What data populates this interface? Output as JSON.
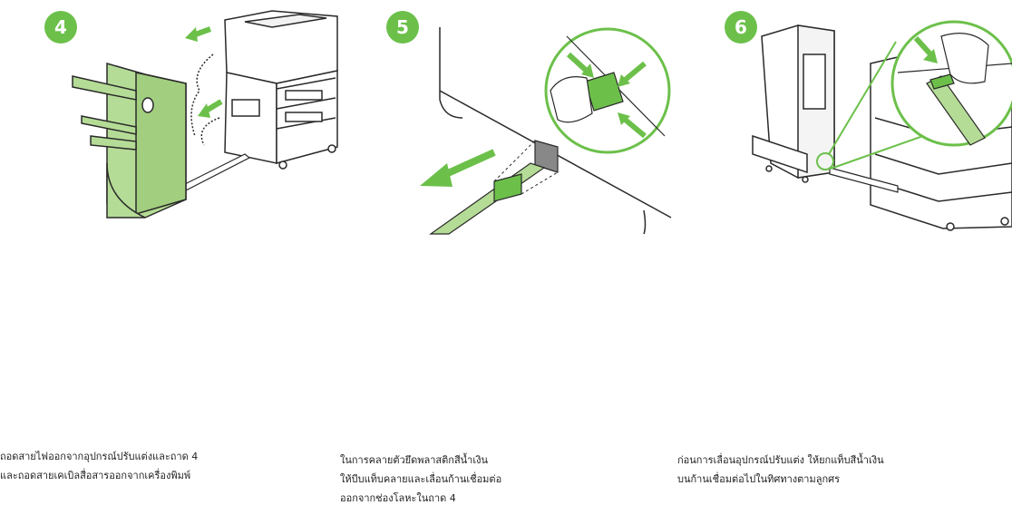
{
  "steps": [
    {
      "number": "4",
      "lines": [
        "ถอดสายไฟออกจากอุปกรณ์ปรับแต่งและถาด 4",
        "และถอดสายเคเบิลสื่อสารออกจากเครื่องพิมพ์"
      ]
    },
    {
      "number": "5",
      "lines": [
        "ในการคลายตัวยึดพลาสติกสีน้ำเงิน",
        "ให้บีบแท็บคลายและเลื่อนก้านเชื่อมต่อ",
        "ออกจากช่องโลหะในถาด 4"
      ]
    },
    {
      "number": "6",
      "lines": [
        "ก่อนการเลื่อนอุปกรณ์ปรับแต่ง ให้ยกแท็บสีน้ำเงิน",
        "บนก้านเชื่อมต่อไปในทิศทางตามลูกศร"
      ]
    }
  ],
  "colors": {
    "accent": "#6cc04a",
    "finisher": "#b5dc96",
    "outline": "#2a2a2a"
  }
}
